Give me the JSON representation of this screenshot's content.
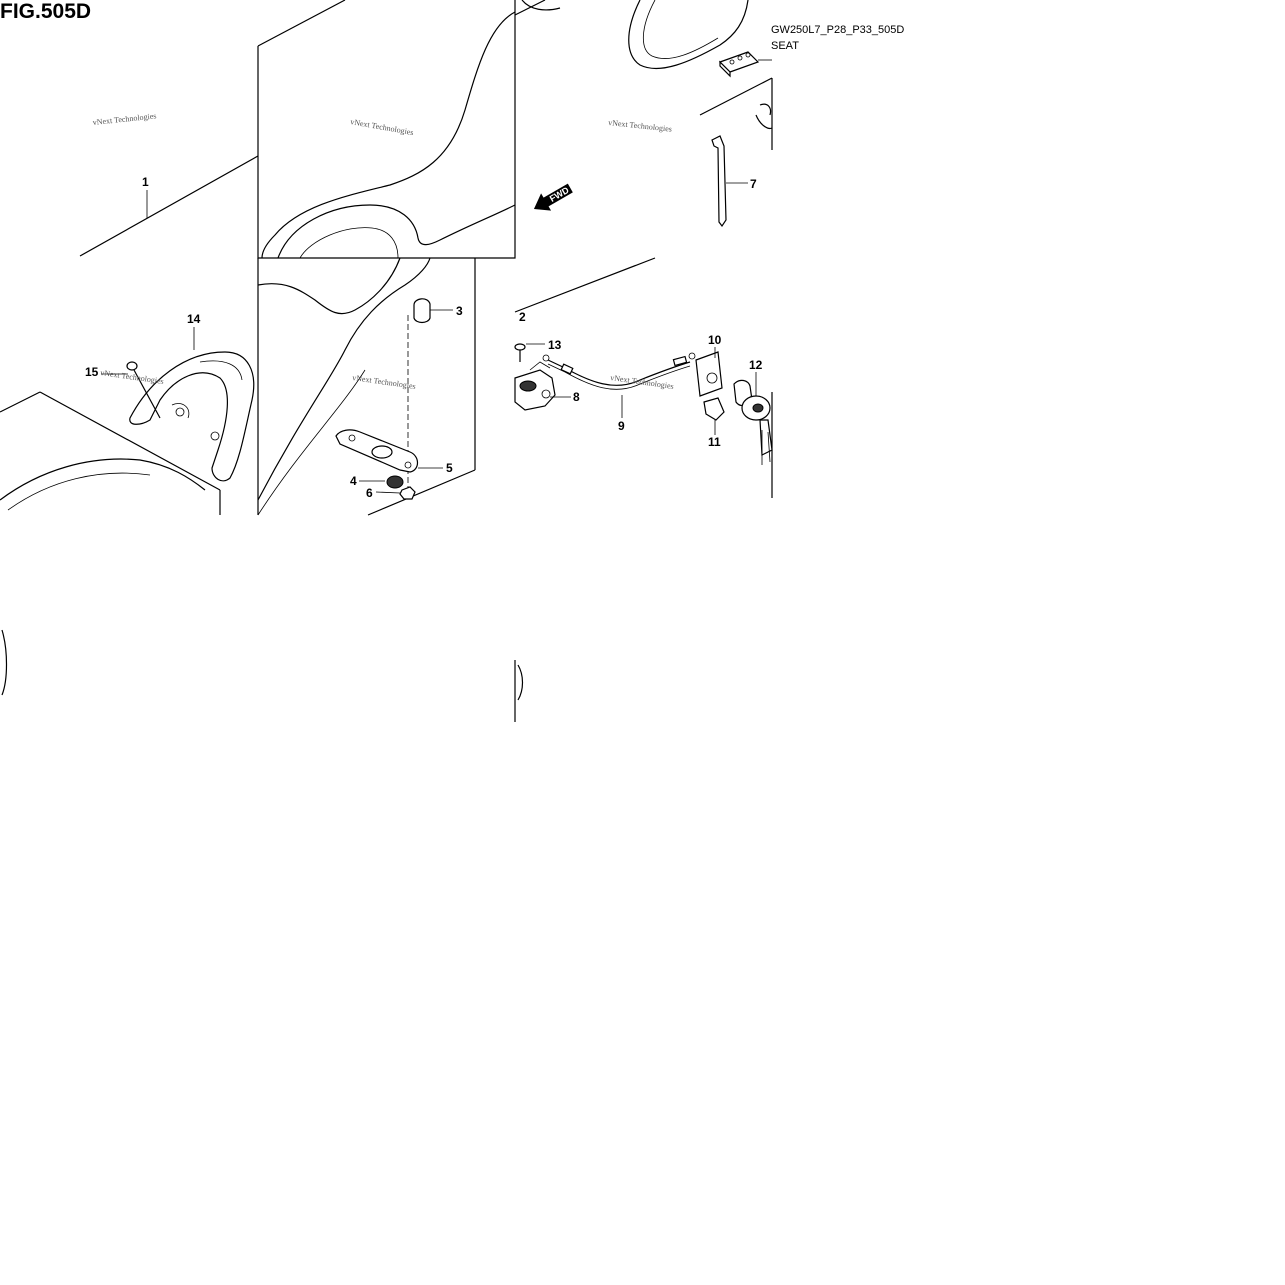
{
  "figure": {
    "title": "FIG.505D",
    "code": "GW250L7_P28_P33_505D",
    "subtitle": "SEAT"
  },
  "callouts": [
    "1",
    "2",
    "3",
    "4",
    "5",
    "6",
    "7",
    "8",
    "9",
    "10",
    "11",
    "12",
    "13",
    "14",
    "15"
  ],
  "watermark": "vNext Technologies",
  "fwd_label": "FWD",
  "icons": {
    "fwd_arrow": "fwd-arrow-icon"
  }
}
